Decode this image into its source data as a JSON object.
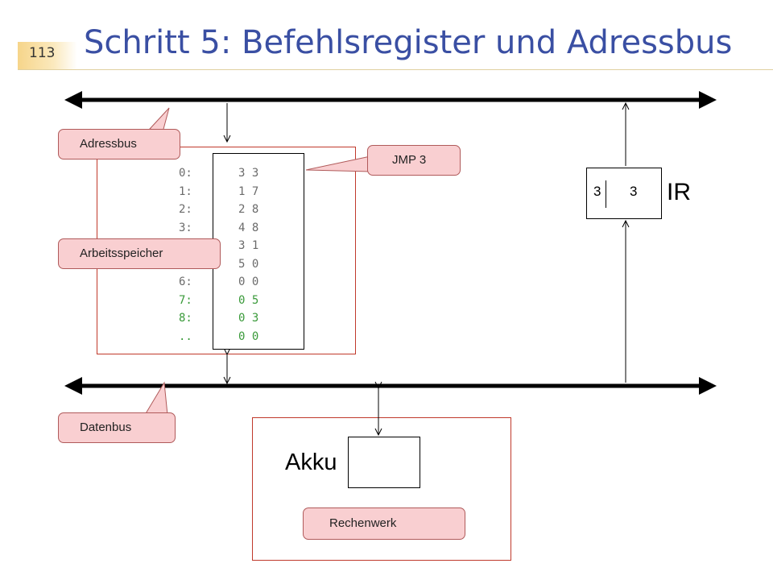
{
  "slide": {
    "page_number": "113",
    "title": "Schritt 5: Befehlsregister und Adressbus"
  },
  "memory": {
    "rows": [
      {
        "address": "0:",
        "value": "3 3",
        "color": "#6b6b6b"
      },
      {
        "address": "1:",
        "value": "1 7",
        "color": "#6b6b6b"
      },
      {
        "address": "2:",
        "value": "2 8",
        "color": "#6b6b6b"
      },
      {
        "address": "3:",
        "value": "4 8",
        "color": "#6b6b6b"
      },
      {
        "address": "",
        "value": "3 1",
        "color": "#6b6b6b"
      },
      {
        "address": "",
        "value": "5 0",
        "color": "#6b6b6b"
      },
      {
        "address": "6:",
        "value": "0 0",
        "color": "#6b6b6b"
      },
      {
        "address": "7:",
        "value": "0 5",
        "color": "#3a9a3a"
      },
      {
        "address": "8:",
        "value": "0 3",
        "color": "#3a9a3a"
      },
      {
        "address": "..",
        "value": "0 0",
        "color": "#3a9a3a"
      }
    ]
  },
  "callouts": {
    "adressbus": "Adressbus",
    "arbeitsspeicher": "Arbeitsspeicher",
    "datenbus": "Datenbus",
    "jmp": "JMP 3",
    "rechenwerk": "Rechenwerk"
  },
  "registers": {
    "ir_label": "IR",
    "ir_left": "3",
    "ir_right": "3",
    "akku_label": "Akku"
  },
  "colors": {
    "title": "#3a4fa3",
    "region_border": "#c0392b",
    "callout_fill": "#f9cfd1",
    "memory_highlight": "#3a9a3a"
  }
}
